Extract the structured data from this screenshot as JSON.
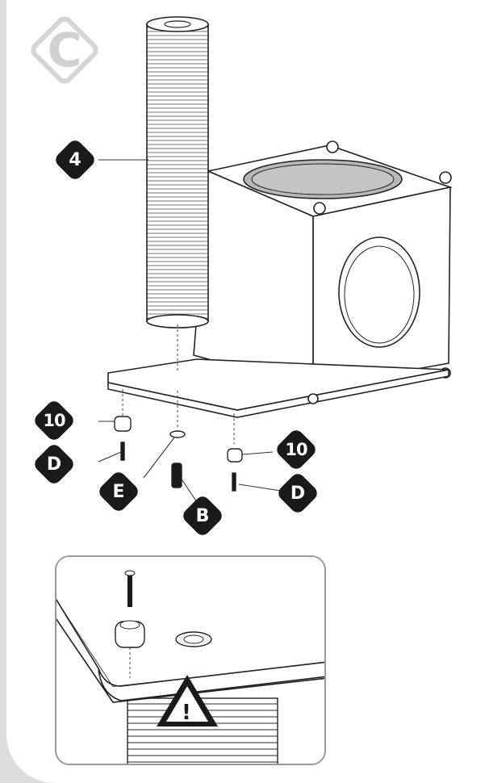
{
  "step": {
    "letter": "C"
  },
  "labels": {
    "post": "4",
    "cup_left": "10",
    "cup_right": "10",
    "screw_left": "D",
    "screw_right": "D",
    "washer": "E",
    "bolt": "B"
  },
  "warning": {
    "icon": "warning-triangle-icon",
    "symbol": "!"
  },
  "colors": {
    "ink": "#1a1a1a",
    "badge_text": "#ffffff",
    "frame": "#dcdcdc"
  }
}
